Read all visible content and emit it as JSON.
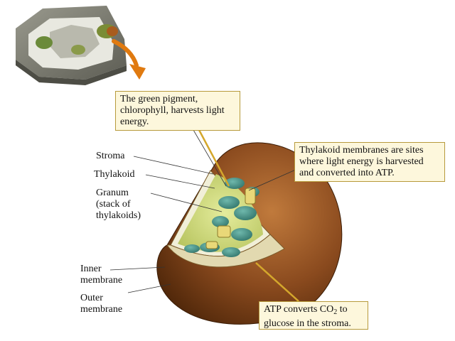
{
  "labels": {
    "stroma": "Stroma",
    "thylakoid": "Thylakoid",
    "granum_line1": "Granum",
    "granum_line2": "(stack of",
    "granum_line3": "thylakoids)",
    "inner_line1": "Inner",
    "inner_line2": "membrane",
    "outer_line1": "Outer",
    "outer_line2": "membrane"
  },
  "callouts": {
    "pigment_line1": "The green pigment,",
    "pigment_line2": "chlorophyll, harvests light",
    "pigment_line3": "energy.",
    "thylakoid_line1": "Thylakoid membranes are sites",
    "thylakoid_line2": "where light energy is harvested",
    "thylakoid_line3": "and converted into ATP.",
    "atp_prefix": "ATP converts CO",
    "atp_subscript": "2",
    "atp_suffix": " to",
    "atp_line2": "glucose in the stroma."
  },
  "colors": {
    "outer_membrane": "#8a4a1e",
    "stroma": "#d6e08c",
    "thylakoid": "#3f8f84",
    "callout_fill": "#fdf7dc",
    "callout_border": "#b79a3c",
    "arrow": "#e07a10"
  }
}
